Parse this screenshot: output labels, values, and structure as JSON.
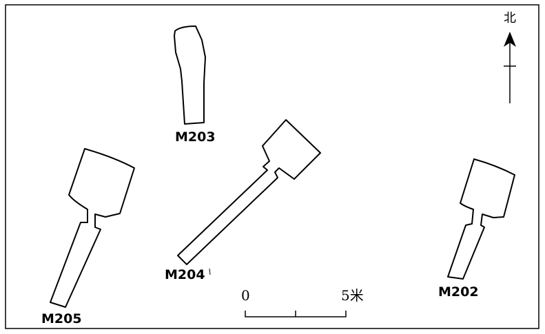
{
  "tombs": {
    "m203": {
      "label": "M203"
    },
    "m204": {
      "label": "M204"
    },
    "m205": {
      "label": "M205"
    },
    "m202": {
      "label": "M202"
    }
  },
  "scale_bar": {
    "start_label": "0",
    "end_label": "5米"
  },
  "north_arrow": {
    "label": "北"
  }
}
